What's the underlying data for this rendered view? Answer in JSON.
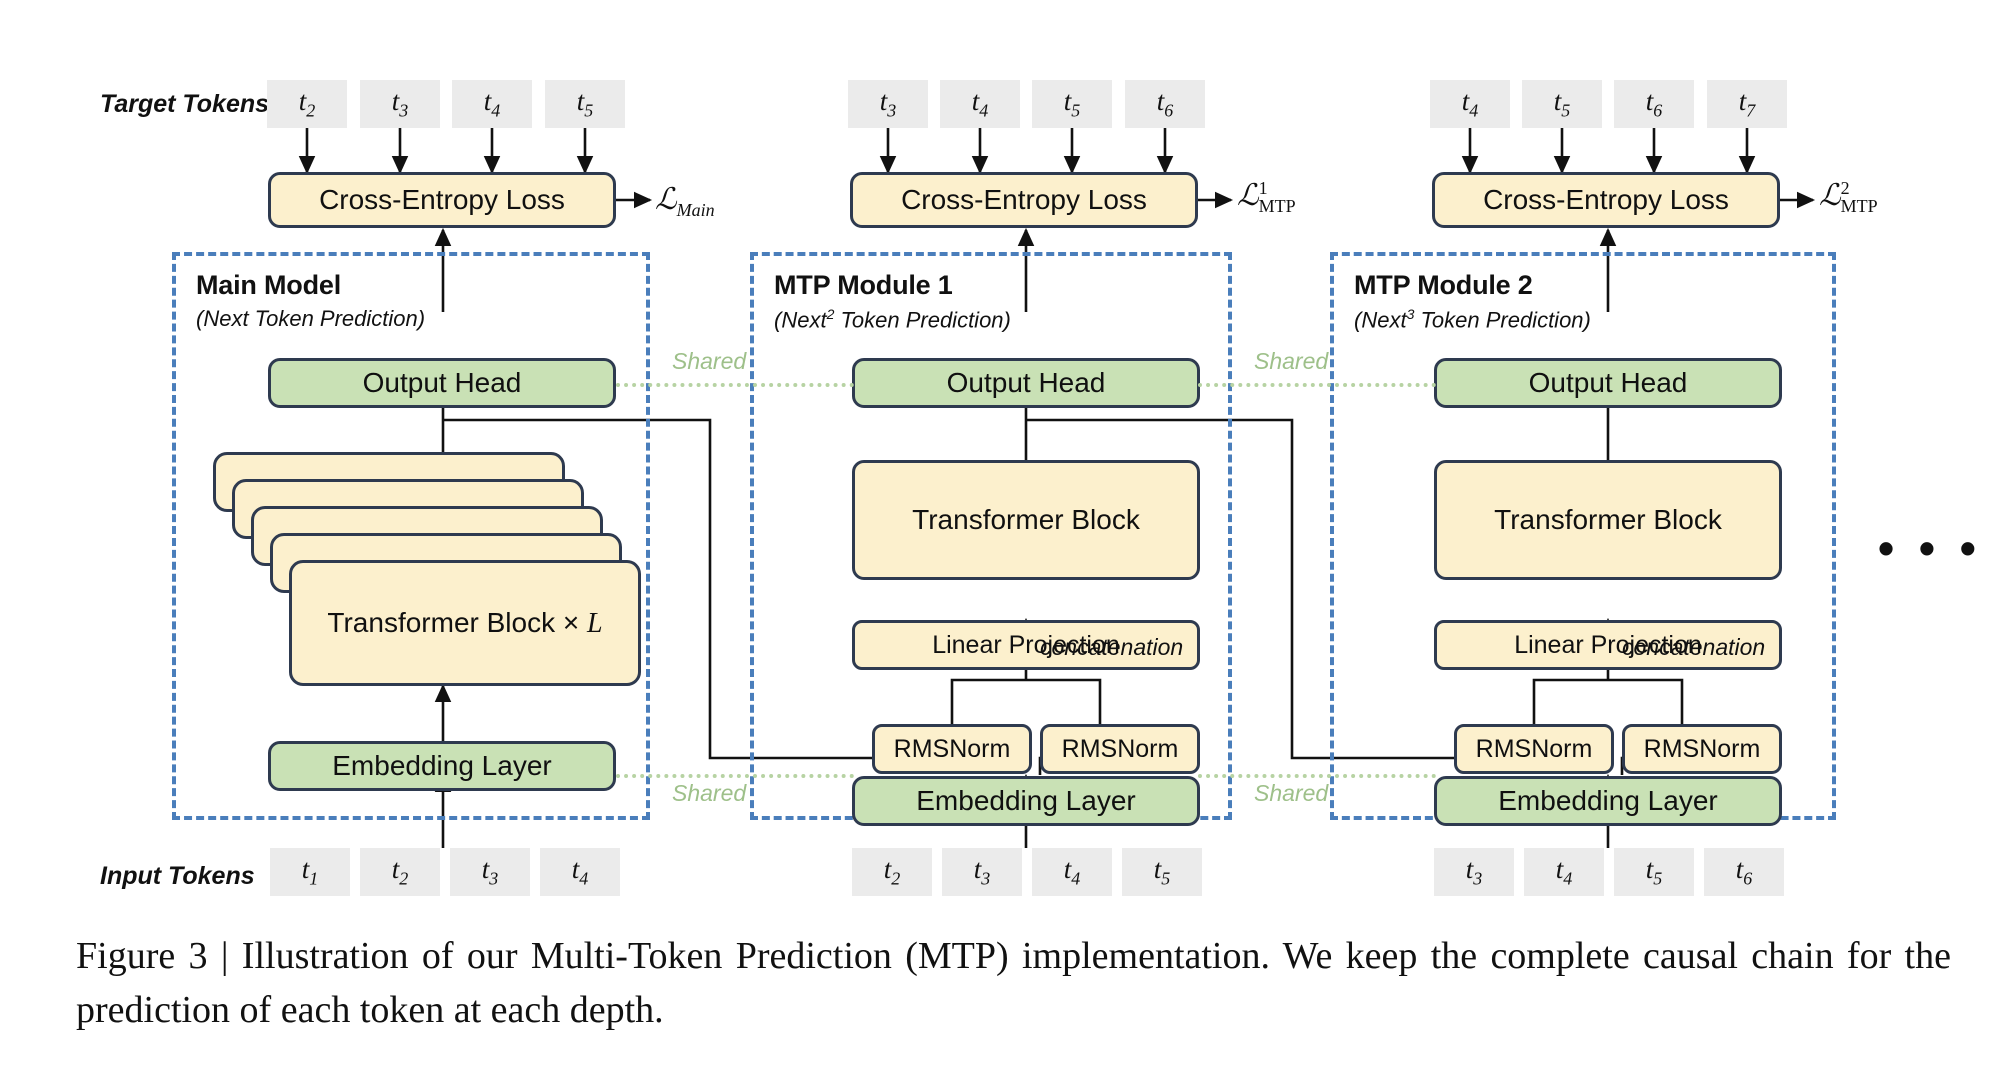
{
  "figure": {
    "caption_label": "Figure 3 |",
    "caption": "Figure 3 | Illustration of our Multi-Token Prediction (MTP) implementation.  We keep the complete causal chain for the prediction of each token at each depth.",
    "ellipsis": "• • •"
  },
  "colors": {
    "module_border": "#4a7ebb",
    "box_border": "#2e3a4f",
    "yellow_fill": "#fcf0cd",
    "green_fill": "#c9e1b5",
    "token_fill": "#ebebeb",
    "shared_text": "#9ec08a",
    "shared_line": "#b7d3a3",
    "wire": "#111111",
    "background": "#ffffff"
  },
  "rows": {
    "target_label": "Target Tokens",
    "input_label": "Input Tokens"
  },
  "shared_labels": {
    "output_head_1": "Shared",
    "output_head_2": "Shared",
    "embedding_1": "Shared",
    "embedding_2": "Shared"
  },
  "columns": [
    {
      "id": "main",
      "title": "Main Model",
      "subtitle_pre": "(Next Token Prediction)",
      "subtitle_base": "(Next",
      "subtitle_sup": "",
      "subtitle_post": " Token Prediction)",
      "loss_symbol": "ℒ",
      "loss_sub": "Main",
      "loss_sup": "",
      "ce_label": "Cross-Entropy Loss",
      "output_head_label": "Output Head",
      "transformer_label": "Transformer Block × L",
      "embedding_label": "Embedding Layer",
      "target_tokens": [
        "t2",
        "t3",
        "t4",
        "t5"
      ],
      "input_tokens": [
        "t1",
        "t2",
        "t3",
        "t4"
      ],
      "target_tokens_text": [
        {
          "base": "t",
          "sub": "2"
        },
        {
          "base": "t",
          "sub": "3"
        },
        {
          "base": "t",
          "sub": "4"
        },
        {
          "base": "t",
          "sub": "5"
        }
      ],
      "input_tokens_text": [
        {
          "base": "t",
          "sub": "1"
        },
        {
          "base": "t",
          "sub": "2"
        },
        {
          "base": "t",
          "sub": "3"
        },
        {
          "base": "t",
          "sub": "4"
        }
      ],
      "stacked_transformers": 5
    },
    {
      "id": "mtp1",
      "title": "MTP Module 1",
      "subtitle_pre": "(Next2 Token Prediction)",
      "subtitle_base": "(Next",
      "subtitle_sup": "2",
      "subtitle_post": " Token Prediction)",
      "loss_symbol": "ℒ",
      "loss_sub": "MTP",
      "loss_sup": "1",
      "ce_label": "Cross-Entropy Loss",
      "output_head_label": "Output Head",
      "transformer_label": "Transformer Block",
      "linear_label": "Linear Projection",
      "concat_label": "concatenation",
      "rmsnorm_left_label": "RMSNorm",
      "rmsnorm_right_label": "RMSNorm",
      "embedding_label": "Embedding Layer",
      "target_tokens": [
        "t3",
        "t4",
        "t5",
        "t6"
      ],
      "input_tokens": [
        "t2",
        "t3",
        "t4",
        "t5"
      ],
      "target_tokens_text": [
        {
          "base": "t",
          "sub": "3"
        },
        {
          "base": "t",
          "sub": "4"
        },
        {
          "base": "t",
          "sub": "5"
        },
        {
          "base": "t",
          "sub": "6"
        }
      ],
      "input_tokens_text": [
        {
          "base": "t",
          "sub": "2"
        },
        {
          "base": "t",
          "sub": "3"
        },
        {
          "base": "t",
          "sub": "4"
        },
        {
          "base": "t",
          "sub": "5"
        }
      ]
    },
    {
      "id": "mtp2",
      "title": "MTP Module 2",
      "subtitle_pre": "(Next3 Token Prediction)",
      "subtitle_base": "(Next",
      "subtitle_sup": "3",
      "subtitle_post": " Token Prediction)",
      "loss_symbol": "ℒ",
      "loss_sub": "MTP",
      "loss_sup": "2",
      "ce_label": "Cross-Entropy Loss",
      "output_head_label": "Output Head",
      "transformer_label": "Transformer Block",
      "linear_label": "Linear Projection",
      "concat_label": "concatenation",
      "rmsnorm_left_label": "RMSNorm",
      "rmsnorm_right_label": "RMSNorm",
      "embedding_label": "Embedding Layer",
      "target_tokens": [
        "t4",
        "t5",
        "t6",
        "t7"
      ],
      "input_tokens": [
        "t3",
        "t4",
        "t5",
        "t6"
      ],
      "target_tokens_text": [
        {
          "base": "t",
          "sub": "4"
        },
        {
          "base": "t",
          "sub": "5"
        },
        {
          "base": "t",
          "sub": "6"
        },
        {
          "base": "t",
          "sub": "7"
        }
      ],
      "input_tokens_text": [
        {
          "base": "t",
          "sub": "3"
        },
        {
          "base": "t",
          "sub": "4"
        },
        {
          "base": "t",
          "sub": "5"
        },
        {
          "base": "t",
          "sub": "6"
        }
      ]
    }
  ]
}
